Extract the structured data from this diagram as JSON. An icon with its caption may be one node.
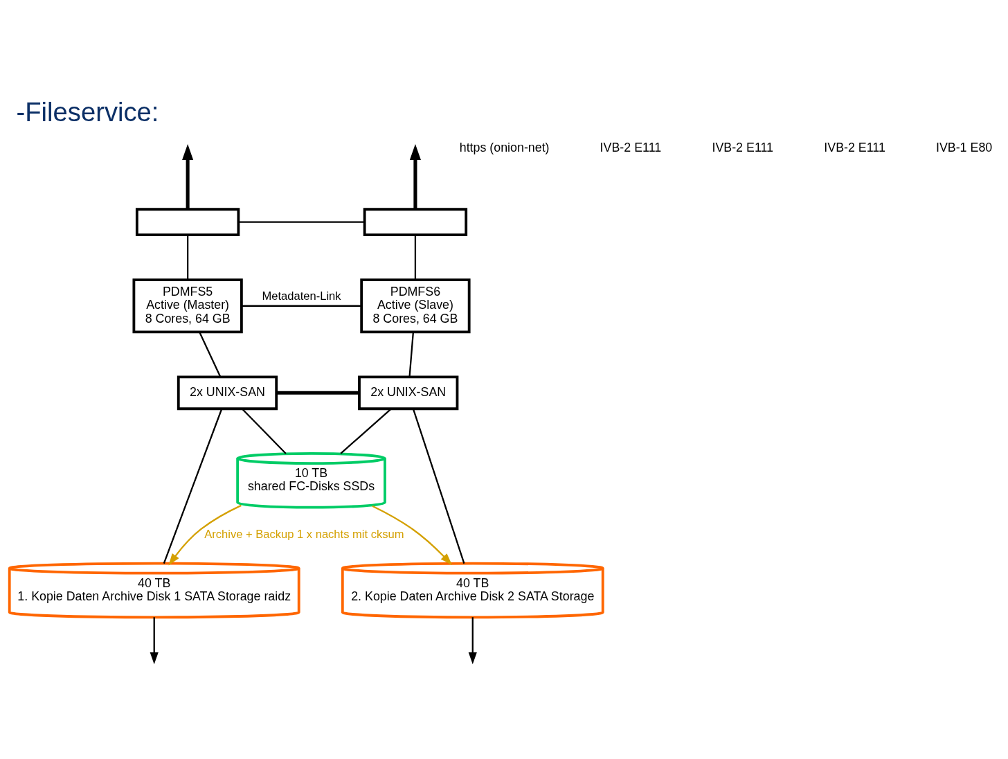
{
  "diagram": {
    "title": "-Fileservice:",
    "nodes": [
      {
        "text": [],
        "shape": "box"
      },
      {
        "text": [],
        "shape": "box"
      },
      {
        "text": [
          "PDMFS5",
          "Active (Master)",
          "8 Cores, 64 GB"
        ]
      },
      {
        "text": [
          "PDMFS6",
          "Active (Slave)",
          "8 Cores, 64 GB"
        ]
      },
      {
        "text": [
          "2x UNIX-SAN"
        ]
      },
      {
        "text": [
          "2x UNIX-SAN"
        ]
      },
      {
        "text": [
          "10 TB",
          "shared FC-Disks SSDs"
        ]
      },
      {
        "text": [
          "40 TB",
          "1. Kopie Daten Archive Disk 1 SATA Storage raidz"
        ]
      },
      {
        "text": [
          "40 TB",
          "2. Kopie Daten Archive Disk 2 SATA Storage"
        ]
      }
    ],
    "edges": [
      {
        "from": 0,
        "to": 1,
        "arrow": "none"
      },
      {
        "from": 0,
        "to": null,
        "arrow": "to",
        "style": "thick"
      },
      {
        "from": 1,
        "to": null,
        "arrow": "to",
        "style": "thick"
      },
      {
        "from": 0,
        "to": 2,
        "arrow": "none"
      },
      {
        "from": 1,
        "to": 3,
        "arrow": "none"
      },
      {
        "from": 2,
        "to": 3,
        "arrow": "none",
        "label": "Metadaten-Link"
      },
      {
        "from": 2,
        "to": 4,
        "arrow": "none"
      },
      {
        "from": 3,
        "to": 5,
        "arrow": "none"
      },
      {
        "from": 4,
        "to": 5,
        "arrow": "none",
        "style": "thick"
      },
      {
        "from": 4,
        "to": 6,
        "arrow": "none"
      },
      {
        "from": 5,
        "to": 6,
        "arrow": "none"
      },
      {
        "from": 4,
        "to": 7,
        "arrow": "none"
      },
      {
        "from": 5,
        "to": 8,
        "arrow": "none"
      },
      {
        "from": 6,
        "to": 7,
        "arrow": "to",
        "color": "#d4a000",
        "label": "Archive + Backup 1 x nachts mit cksum"
      },
      {
        "from": 6,
        "to": 8,
        "arrow": "to",
        "color": "#d4a000"
      },
      {
        "from": 7,
        "to": null,
        "arrow": "to"
      },
      {
        "from": 8,
        "to": null,
        "arrow": "to"
      }
    ],
    "labels": [
      "https (onion-net)",
      "IVB-2 E111",
      "IVB-2 E111",
      "IVB-2 E111",
      "IVB-1 E80"
    ]
  }
}
